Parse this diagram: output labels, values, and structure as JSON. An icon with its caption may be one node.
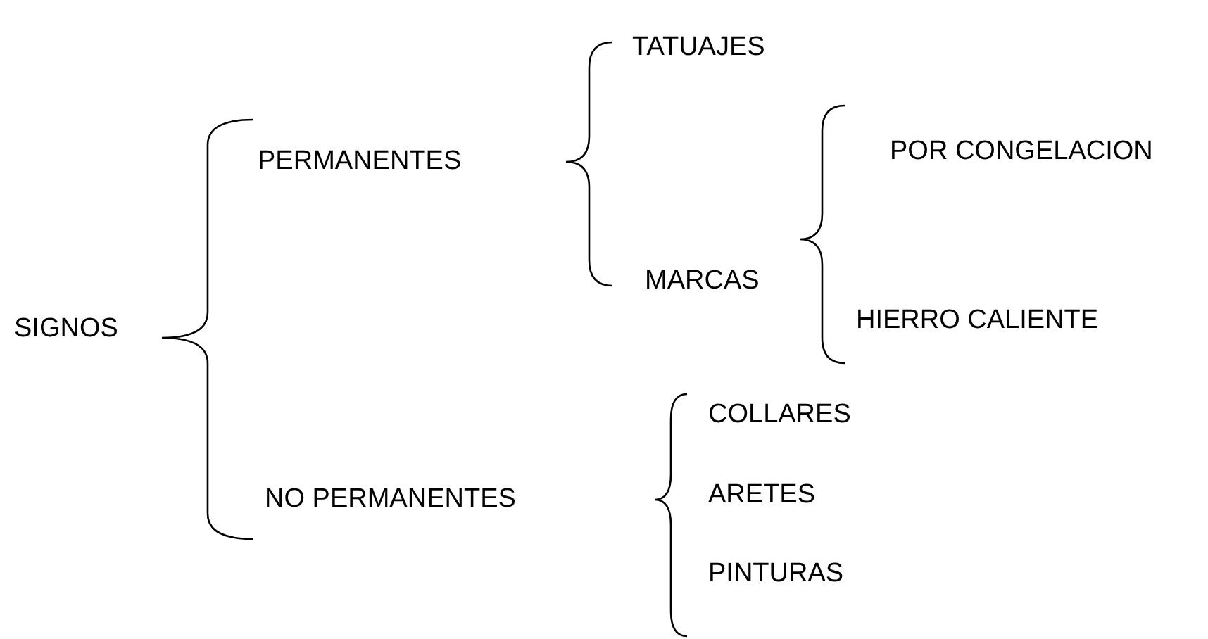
{
  "diagram": {
    "nodes": [
      {
        "text": [
          "SIGNOS"
        ]
      },
      {
        "text": [
          "PERMANENTES"
        ]
      },
      {
        "text": [
          "NO PERMANENTES"
        ]
      },
      {
        "text": [
          "TATUAJES"
        ]
      },
      {
        "text": [
          "MARCAS"
        ]
      },
      {
        "text": [
          "POR CONGELACION"
        ]
      },
      {
        "text": [
          "HIERRO CALIENTE"
        ]
      },
      {
        "text": [
          "COLLARES"
        ]
      },
      {
        "text": [
          "ARETES"
        ]
      },
      {
        "text": [
          "PINTURAS"
        ]
      }
    ]
  }
}
